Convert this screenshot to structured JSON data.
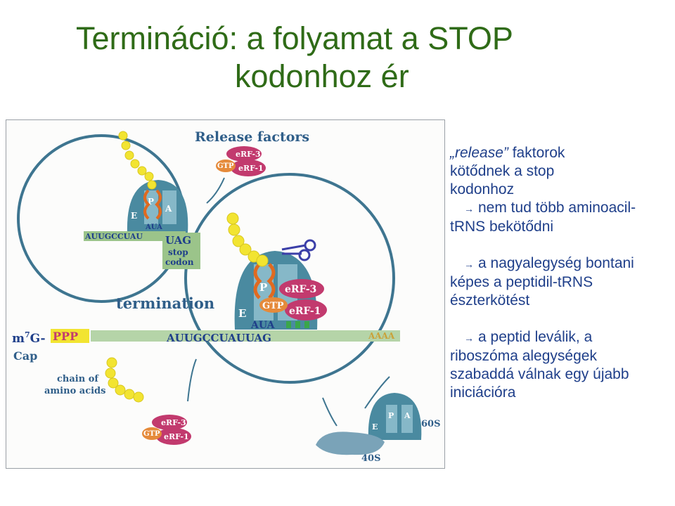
{
  "slide": {
    "title_line1": "Termináció: a folyamat a STOP",
    "title_line2": "kodonhoz ér"
  },
  "figure": {
    "release_factors_label": "Release factors",
    "termination_label": "termination",
    "cap_label": "Cap",
    "m7g_label": "m",
    "m7g_sup": "7",
    "m7g_tail": "G-",
    "ppp_label": "PPP",
    "mrna_sequence_top": "AUUGCCUAU",
    "stop_box_codon": "UAG",
    "stop_box_line2": "stop",
    "stop_box_line3": "codon",
    "mrna_sequence_main": "AUUGCCUAUUAG",
    "poly_a": "AAAA",
    "anticodon_top": "AUA",
    "anticodon_main": "AUA",
    "site_p": "P",
    "site_a": "A",
    "site_e": "E",
    "erf3": "eRF-3",
    "erf1": "eRF-1",
    "gtp": "GTP",
    "chain_label_line1": "chain of",
    "chain_label_line2": "amino acids",
    "subunit_60s": "60S",
    "subunit_40s": "40S",
    "colors": {
      "title": "#2f6b17",
      "bullets": "#1f3f8a",
      "ribosome": "#4a8aa0",
      "erf": "#c23a6e",
      "amino_acid": "#f2e431",
      "trna": "#e06a20",
      "mrna": "#9bc48a"
    }
  },
  "bullets": {
    "b1": {
      "l1a": "„release”",
      "l1b": "faktorok",
      "l2": "kötődnek  a stop",
      "l3": "kodonhoz",
      "l4": "nem tud több aminoacil-",
      "l5": "tRNS bekötődni"
    },
    "b2": {
      "l1": "a nagyalegység bontani",
      "l2": "képes a peptidil-tRNS",
      "l3": "észterkötést"
    },
    "b3": {
      "l1": "a peptid leválik, a",
      "l2": "riboszóma alegységek",
      "l3": "szabaddá válnak egy újabb",
      "l4": "iniciációra"
    },
    "arrow_glyph": "→"
  }
}
